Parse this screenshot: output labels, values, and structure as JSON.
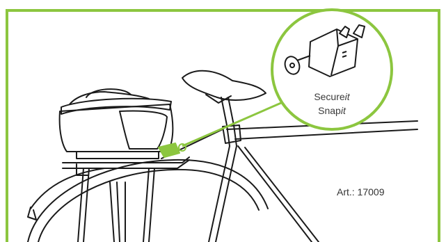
{
  "frame": {
    "border_color": "#8cc63f",
    "callout_color": "#8cc63f",
    "line_color": "#1a1a1a"
  },
  "callout": {
    "line1_base": "Secure",
    "line1_italic": "it",
    "line2_base": "Snap",
    "line2_italic": "it",
    "icon": "key-lock-icon"
  },
  "article_number": "Art.: 17009",
  "bag_logo": "bag-logo"
}
